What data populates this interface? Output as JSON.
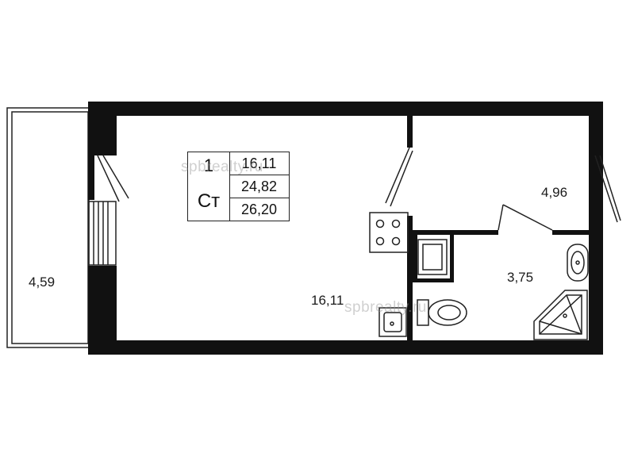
{
  "legend": {
    "rooms_count": "1",
    "flat_type": "Ст",
    "living_area": "16,11",
    "total_area": "24,82",
    "total_area_with_balcony": "26,20"
  },
  "rooms": {
    "balcony_area": "4,59",
    "main_room_area": "16,11",
    "hall_area": "4,96",
    "bathroom_area": "3,75"
  },
  "watermark": "spbrealty.ru",
  "colors": {
    "wall": "#111111",
    "background": "#ffffff"
  }
}
